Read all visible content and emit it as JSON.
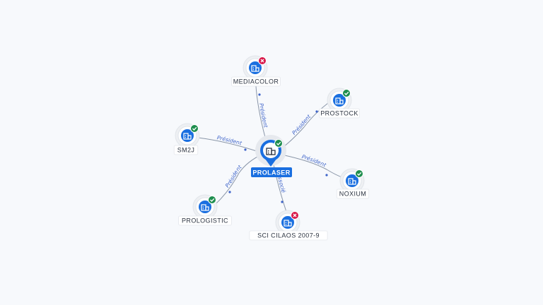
{
  "center": {
    "name": "PROLASER",
    "status": "active"
  },
  "nodes": [
    {
      "id": "mediacolor",
      "name": "MEDIACOLOR",
      "status": "inactive",
      "relation": "Président"
    },
    {
      "id": "prostock",
      "name": "PROSTOCK",
      "status": "active",
      "relation": "Président"
    },
    {
      "id": "sm2j",
      "name": "SM2J",
      "status": "active",
      "relation": "Président"
    },
    {
      "id": "noxium",
      "name": "NOXIUM",
      "status": "active",
      "relation": "Président"
    },
    {
      "id": "prologistic",
      "name": "PROLOGISTIC",
      "status": "active",
      "relation": "Président"
    },
    {
      "id": "sci-cilaos",
      "name": "SCI CILAOS 2007-9",
      "status": "inactive",
      "relation": "Associé"
    }
  ],
  "icons": {
    "company": "building-icon",
    "active": "check-icon",
    "inactive": "cross-icon"
  },
  "colors": {
    "background": "#f7f9fc",
    "node_blue": "#1a6fe0",
    "active_green": "#1e8e4e",
    "inactive_red": "#d8194a",
    "edge": "#8a96a8",
    "edge_label": "#3d63c9"
  }
}
